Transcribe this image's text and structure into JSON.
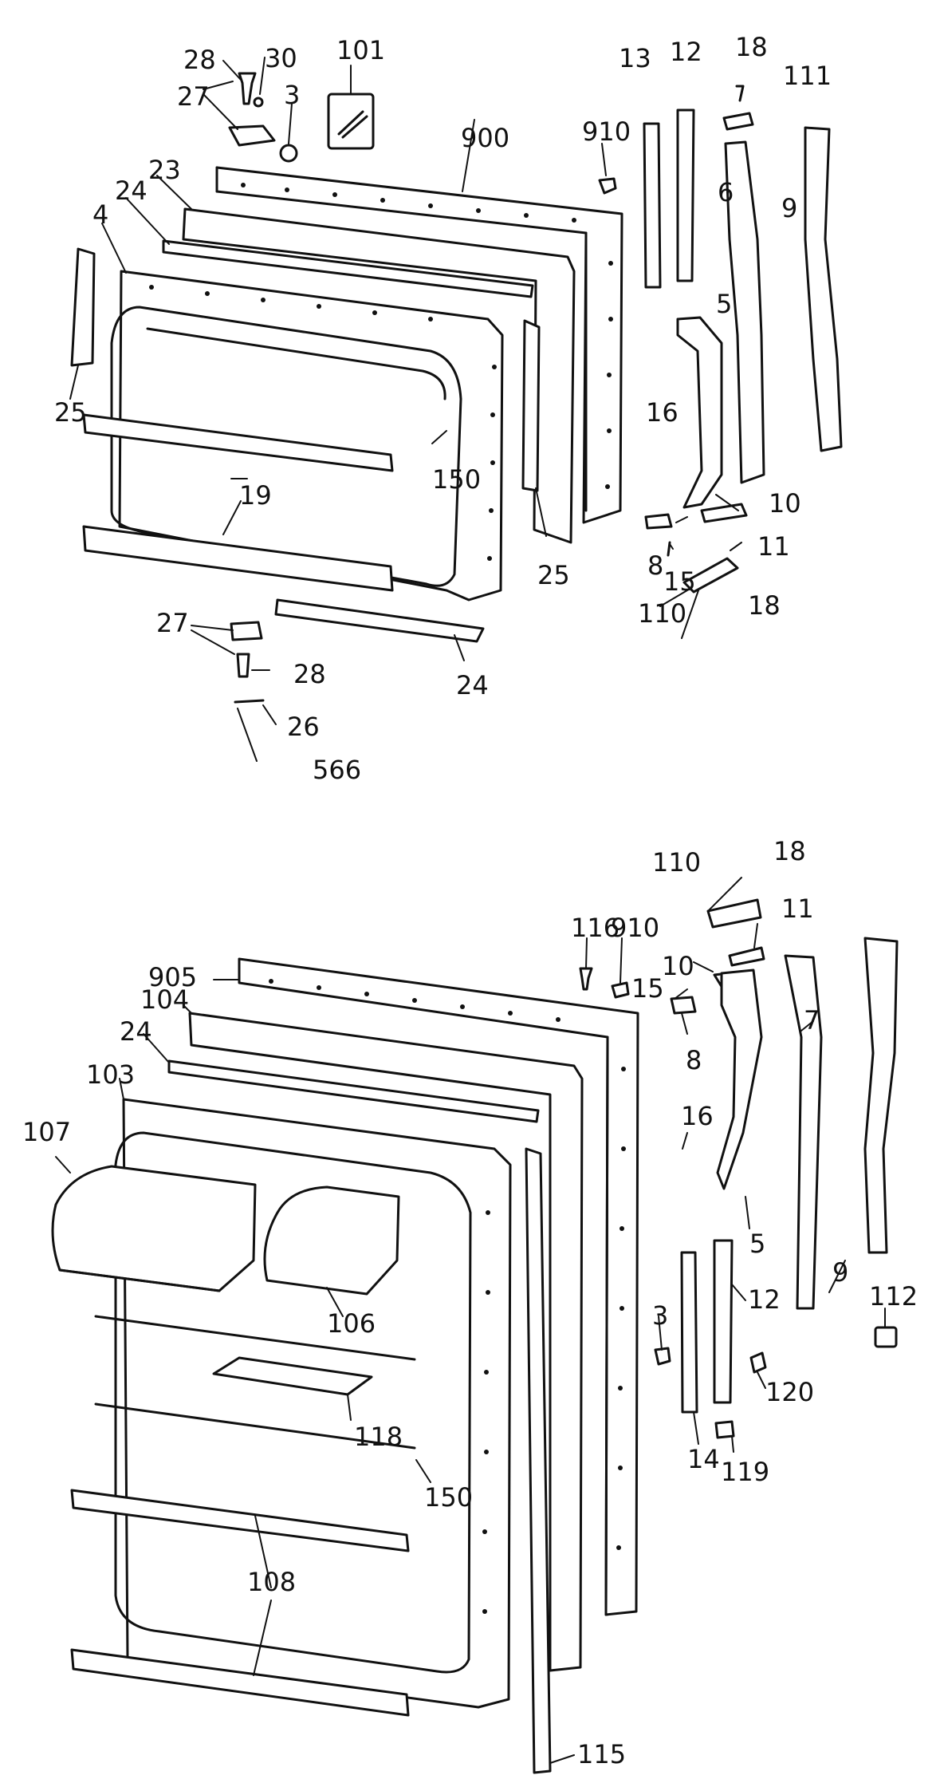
{
  "upper_assembly": {
    "labels": [
      "28",
      "30",
      "101",
      "27",
      "3",
      "900",
      "13",
      "12",
      "18",
      "111",
      "910",
      "23",
      "6",
      "9",
      "24",
      "4",
      "5",
      "16",
      "25",
      "150",
      "19",
      "10",
      "8",
      "15",
      "11",
      "110",
      "18",
      "25",
      "27",
      "28",
      "24",
      "26",
      "566"
    ]
  },
  "lower_assembly": {
    "labels": [
      "110",
      "18",
      "11",
      "116",
      "910",
      "905",
      "10",
      "15",
      "104",
      "8",
      "7",
      "24",
      "103",
      "16",
      "107",
      "5",
      "9",
      "12",
      "106",
      "112",
      "3",
      "120",
      "118",
      "14",
      "119",
      "150",
      "108",
      "115"
    ]
  }
}
